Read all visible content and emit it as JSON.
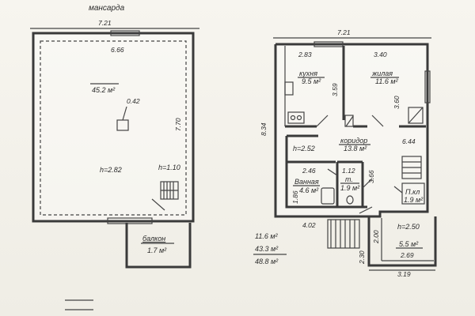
{
  "attic": {
    "title": "мансарда",
    "dim_top": "7.21",
    "dim_inner_top": "6.66",
    "area": "45.2 м²",
    "opening": "0.42",
    "dim_right": "7.70",
    "height": "h=2.82",
    "stair_height": "h=1.10"
  },
  "balcony": {
    "label": "балкон",
    "area": "1.7 м²"
  },
  "ground": {
    "dim_top": "7.21",
    "dim_left": "8.34",
    "kitchen": {
      "label": "кухня",
      "area": "9.5 м²",
      "dim_top": "2.83",
      "dim_side": "3.59"
    },
    "living": {
      "label": "жилая",
      "area": "11.6 м²",
      "dim_top": "3.40",
      "dim_side": "3.60"
    },
    "corridor": {
      "label": "коридор",
      "area": "13.8 м²",
      "dim_right": "6.44"
    },
    "hall_height": "h=2.52",
    "bath": {
      "label": "Ванная",
      "area": "4.6 м²",
      "dim_top": "2.46",
      "dim_side": "1.86"
    },
    "wc": {
      "label": "т.",
      "area": "1.9 м²",
      "dim_top": "1.12",
      "dim_side": "3.66"
    },
    "pantry": {
      "label": "П.кл",
      "area": "1.9 м²"
    },
    "porch": {
      "height": "h=2.50",
      "area": "5.5 м²",
      "dim_a": "2.69",
      "dim_b": "2.00",
      "dim_c": "2.30",
      "dim_d": "3.19"
    },
    "dim_bottom": "4.02"
  },
  "totals": {
    "line1": "11.6 м²",
    "line2": "43.3 м²",
    "line3": "48.8 м²"
  }
}
